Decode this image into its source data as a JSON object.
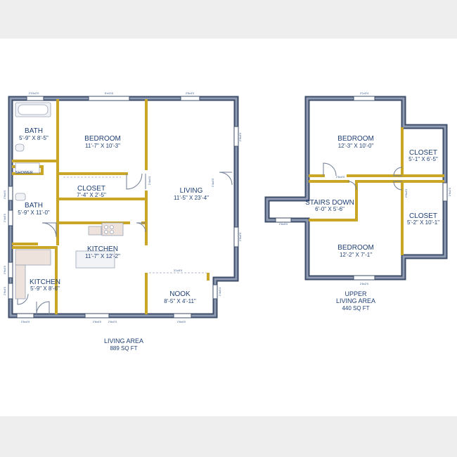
{
  "floors": [
    {
      "caption_line1": "LIVING AREA",
      "caption_line2": "889 SQ FT"
    },
    {
      "caption_line1": "UPPER",
      "caption_line2": "LIVING AREA",
      "caption_line3": "440 SQ FT"
    }
  ],
  "rooms": {
    "bath_1": {
      "name": "BATH",
      "dims": "5'-9\" X 8'-5\""
    },
    "bedroom_1": {
      "name": "BEDROOM",
      "dims": "11'-7\" X 10'-3\""
    },
    "shower": {
      "name": "SHOWER"
    },
    "closet_1": {
      "name": "CLOSET",
      "dims": "7'-4\" X 2'-5\""
    },
    "living": {
      "name": "LIVING",
      "dims": "11'-5\" X 23'-4\""
    },
    "bath_2": {
      "name": "BATH",
      "dims": "5'-9\" X 11'-0\""
    },
    "kitchen_1": {
      "name": "KITCHEN",
      "dims": "11'-7\" X 12'-2\""
    },
    "kitchen_2": {
      "name": "KITCHEN",
      "dims": "5'-9\" X 8'-6\""
    },
    "nook": {
      "name": "NOOK",
      "dims": "8'-5\" X 4'-11\""
    },
    "bedroom_2": {
      "name": "BEDROOM",
      "dims": "12'-3\" X 10'-0\""
    },
    "closet_2": {
      "name": "CLOSET",
      "dims": "5'-1\" X 6'-5\""
    },
    "stairs": {
      "name": "STAIRS DOWN",
      "dims": "6'-0\" X 5'-6\""
    },
    "closet_3": {
      "name": "CLOSET",
      "dims": "5'-2\" X 10'-1\""
    },
    "bedroom_3": {
      "name": "BEDROOM",
      "dims": "12'-2\" X 7'-1\""
    }
  },
  "window_labels": {
    "w1": "2'10x2'0",
    "w2": "5'x4'10",
    "w3": "2'6x4'0",
    "w4": "2'6x4'0",
    "w5": "2'6x4'0",
    "w6": "2'6x4'0",
    "w7": "2'4x5'0",
    "w8": "2'6x4'0",
    "w9": "2'6x4'0",
    "w10": "2'6x4'0",
    "w11": "2'6x2'0",
    "w12": "2'6x4'0",
    "w13": "2'6x4'0",
    "w14": "2'4x3'4",
    "w15": "2'4x4'0",
    "w16": "2'4x4'0",
    "w17": "3'1x5'0",
    "w18": "2'1x3'4",
    "w19": "2'6x2'0",
    "w20": "2'6x5'0",
    "w21": "2'6x2'0",
    "w22": "2'6x4'0",
    "w23": "2'6x4'0"
  },
  "colors": {
    "exterior_wall": "#3d4d6a",
    "exterior_wall_fill": "#8e9bb2",
    "interior_wall": "#c9a626",
    "label_text": "#1f3f73",
    "page_band": "#eeeeee",
    "sheet": "#ffffff"
  }
}
